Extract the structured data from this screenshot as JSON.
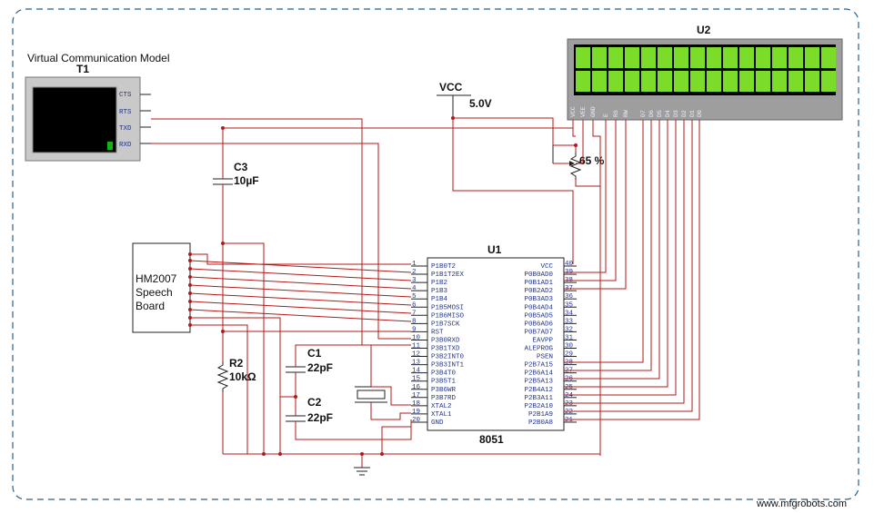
{
  "terminal": {
    "heading": "Virtual Communication Model",
    "ref": "T1",
    "pins": [
      "CTS",
      "RTS",
      "TXD",
      "RXD"
    ]
  },
  "supply": {
    "name": "VCC",
    "value": "5.0V"
  },
  "capacitors": [
    {
      "ref": "C3",
      "value": "10µF"
    },
    {
      "ref": "C1",
      "value": "22pF"
    },
    {
      "ref": "C2",
      "value": "22pF"
    }
  ],
  "resistor": {
    "ref": "R2",
    "value": "10kΩ"
  },
  "pot": {
    "value": "65 %"
  },
  "speech_board": {
    "lines": [
      "HM2007",
      "Speech",
      "Board"
    ]
  },
  "mcu": {
    "ref": "U1",
    "part": "8051",
    "left_pins": [
      {
        "num": "1",
        "name": "P1B0T2"
      },
      {
        "num": "2",
        "name": "P1B1T2EX"
      },
      {
        "num": "3",
        "name": "P1B2"
      },
      {
        "num": "4",
        "name": "P1B3"
      },
      {
        "num": "5",
        "name": "P1B4"
      },
      {
        "num": "6",
        "name": "P1B5MOSI"
      },
      {
        "num": "7",
        "name": "P1B6MISO"
      },
      {
        "num": "8",
        "name": "P1B7SCK"
      },
      {
        "num": "9",
        "name": "RST"
      },
      {
        "num": "10",
        "name": "P3B0RXD"
      },
      {
        "num": "11",
        "name": "P3B1TXD"
      },
      {
        "num": "12",
        "name": "P3B2INT0"
      },
      {
        "num": "13",
        "name": "P3B3INT1"
      },
      {
        "num": "14",
        "name": "P3B4T0"
      },
      {
        "num": "15",
        "name": "P3B5T1"
      },
      {
        "num": "16",
        "name": "P3B6WR"
      },
      {
        "num": "17",
        "name": "P3B7RD"
      },
      {
        "num": "18",
        "name": "XTAL2"
      },
      {
        "num": "19",
        "name": "XTAL1"
      },
      {
        "num": "20",
        "name": "GND"
      }
    ],
    "right_pins": [
      {
        "num": "40",
        "name": "VCC"
      },
      {
        "num": "39",
        "name": "P0B0AD0"
      },
      {
        "num": "38",
        "name": "P0B1AD1"
      },
      {
        "num": "37",
        "name": "P0B2AD2"
      },
      {
        "num": "36",
        "name": "P0B3AD3"
      },
      {
        "num": "35",
        "name": "P0B4AD4"
      },
      {
        "num": "34",
        "name": "P0B5AD5"
      },
      {
        "num": "33",
        "name": "P0B6AD6"
      },
      {
        "num": "32",
        "name": "P0B7AD7"
      },
      {
        "num": "31",
        "name": "EAVPP"
      },
      {
        "num": "30",
        "name": "ALEPROG"
      },
      {
        "num": "29",
        "name": "PSEN"
      },
      {
        "num": "28",
        "name": "P2B7A15"
      },
      {
        "num": "27",
        "name": "P2B6A14"
      },
      {
        "num": "26",
        "name": "P2B5A13"
      },
      {
        "num": "25",
        "name": "P2B4A12"
      },
      {
        "num": "24",
        "name": "P2B3A11"
      },
      {
        "num": "23",
        "name": "P2B2A10"
      },
      {
        "num": "22",
        "name": "P2B1A9"
      },
      {
        "num": "21",
        "name": "P2B0A8"
      }
    ]
  },
  "lcd": {
    "ref": "U2",
    "pins": [
      "VCC",
      "VEE",
      "GND",
      "E",
      "RS",
      "RW",
      "D7",
      "D6",
      "D5",
      "D4",
      "D3",
      "D2",
      "D1",
      "D0"
    ]
  },
  "watermark": "www.mfgrobots.com"
}
